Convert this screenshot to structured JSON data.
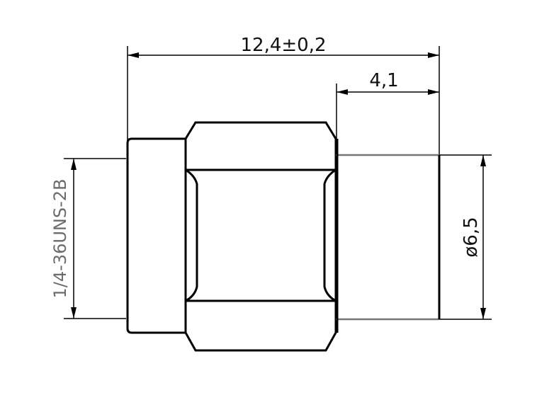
{
  "dimensions": {
    "overall_length": "12,4±0,2",
    "pin_length": "4,1",
    "diameter": "ø6,5",
    "thread_spec": "1/4-36UNS-2B"
  },
  "colors": {
    "outline": "#000000",
    "thread_label": "#6b6b6b",
    "barrel_edge": "#777777"
  }
}
